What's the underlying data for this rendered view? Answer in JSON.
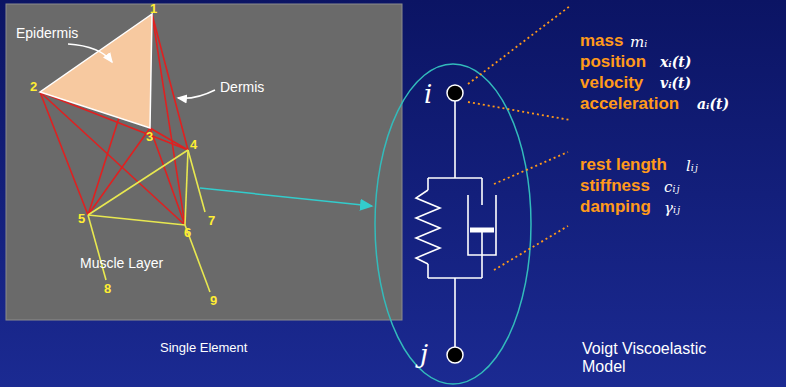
{
  "diagram": {
    "labels": [
      "Epidermis",
      "Dermis",
      "Muscle Layer",
      "1",
      "2",
      "3",
      "4",
      "5",
      "6",
      "7",
      "8",
      "9",
      "Single Element",
      "i",
      "j",
      "mass",
      "mᵢ",
      "position",
      "xᵢ(t)",
      "velocity",
      "vᵢ(t)",
      "acceleration",
      "aᵢ(t)",
      "rest length",
      "lᵢⱼ",
      "stiffness",
      "cᵢⱼ",
      "damping",
      "γᵢⱼ",
      "Voigt Viscoelastic Model"
    ]
  }
}
